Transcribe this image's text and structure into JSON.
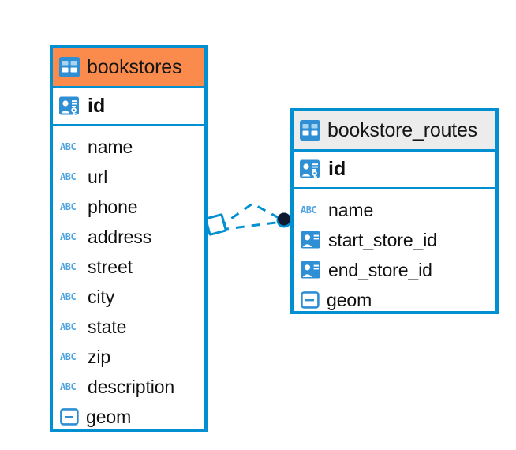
{
  "diagram": {
    "type": "entity-relationship-diagram",
    "background_color": "#ffffff",
    "accent_color": "#008fd1",
    "header_highlight_color": "#fb8b4c",
    "header_plain_color": "#ececec",
    "entities": [
      {
        "id": "bookstores",
        "name": "bookstores",
        "header_style": "highlighted",
        "table_icon": "table-icon",
        "primary_key": {
          "name": "id",
          "icon": "primary-key-icon"
        },
        "fields": [
          {
            "name": "name",
            "icon": "abc-text-icon",
            "type_glyph": "ABC"
          },
          {
            "name": "url",
            "icon": "abc-text-icon",
            "type_glyph": "ABC"
          },
          {
            "name": "phone",
            "icon": "abc-text-icon",
            "type_glyph": "ABC"
          },
          {
            "name": "address",
            "icon": "abc-text-icon",
            "type_glyph": "ABC"
          },
          {
            "name": "street",
            "icon": "abc-text-icon",
            "type_glyph": "ABC"
          },
          {
            "name": "city",
            "icon": "abc-text-icon",
            "type_glyph": "ABC"
          },
          {
            "name": "state",
            "icon": "abc-text-icon",
            "type_glyph": "ABC"
          },
          {
            "name": "zip",
            "icon": "abc-text-icon",
            "type_glyph": "ABC"
          },
          {
            "name": "description",
            "icon": "abc-text-icon",
            "type_glyph": "ABC"
          },
          {
            "name": "geom",
            "icon": "geometry-icon",
            "type_glyph": ""
          }
        ]
      },
      {
        "id": "bookstore_routes",
        "name": "bookstore_routes",
        "header_style": "plain",
        "table_icon": "table-icon",
        "primary_key": {
          "name": "id",
          "icon": "primary-key-icon"
        },
        "fields": [
          {
            "name": "name",
            "icon": "abc-text-icon",
            "type_glyph": "ABC"
          },
          {
            "name": "start_store_id",
            "icon": "foreign-key-icon",
            "type_glyph": ""
          },
          {
            "name": "end_store_id",
            "icon": "foreign-key-icon",
            "type_glyph": ""
          },
          {
            "name": "geom",
            "icon": "geometry-icon",
            "type_glyph": ""
          }
        ]
      }
    ],
    "relationship": {
      "from_entity": "bookstores",
      "to_entity": "bookstore_routes",
      "line_style": "dashed",
      "line_color": "#008fd1",
      "source_marker": "diamond-marker",
      "target_marker": "filled-circle-marker",
      "target_marker_color": "#101a2e",
      "branch_count": 2
    }
  }
}
